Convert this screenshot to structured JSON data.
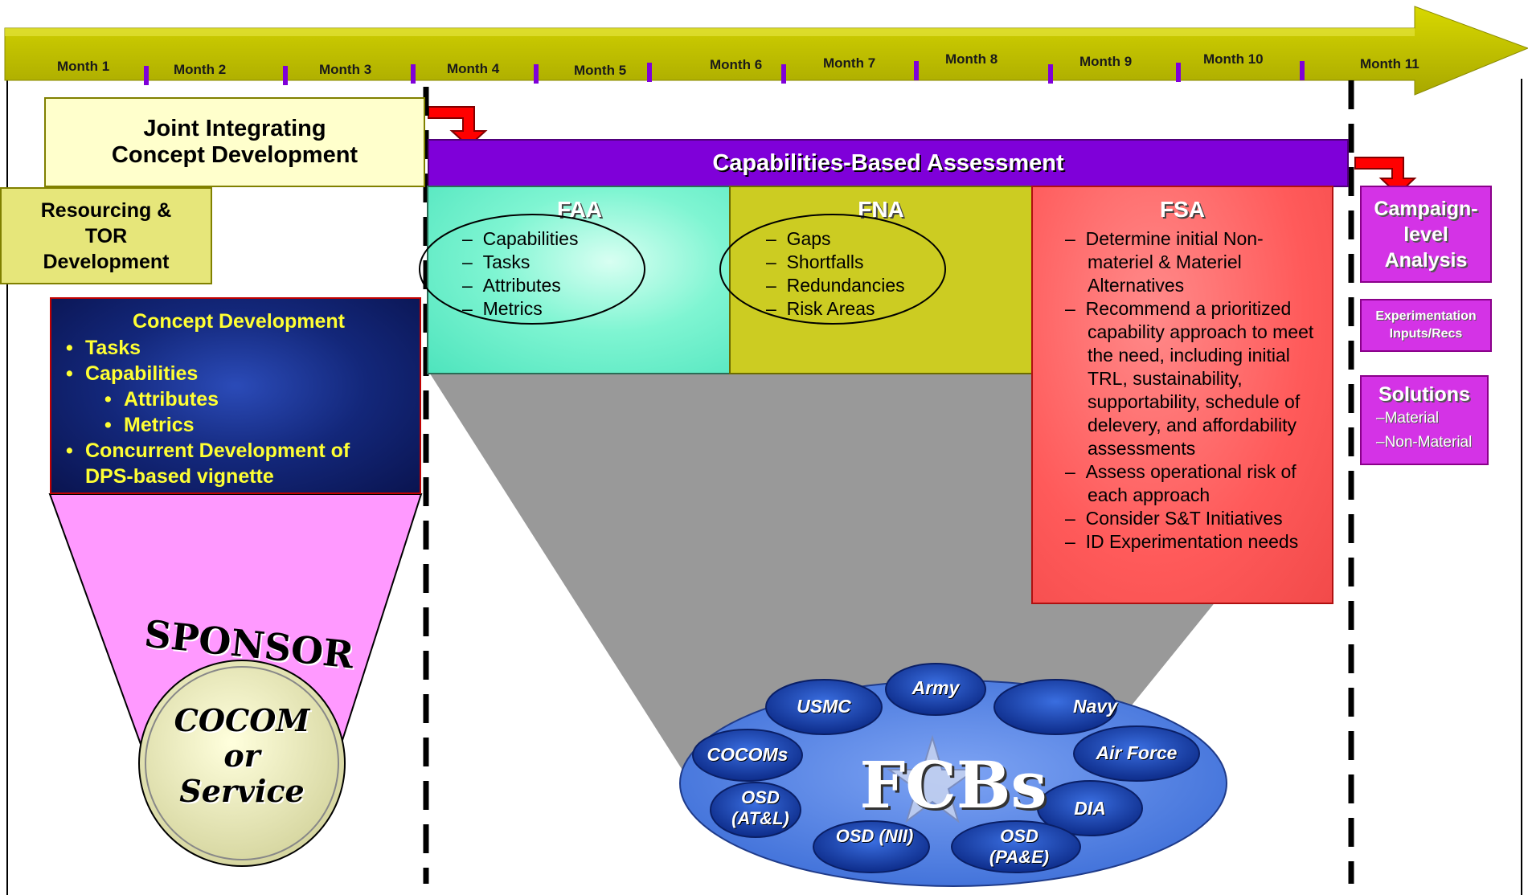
{
  "timeline": {
    "months": [
      "Month 1",
      "Month 2",
      "Month 3",
      "Month 4",
      "Month 5",
      "Month 6",
      "Month 7",
      "Month 8",
      "Month 9",
      "Month 10",
      "Month 11"
    ]
  },
  "jicd": {
    "line1": "Joint Integrating",
    "line2": "Concept Development"
  },
  "resourcing": {
    "line1": "Resourcing &",
    "line2": "TOR",
    "line3": "Development"
  },
  "concept_development": {
    "title": "Concept Development",
    "items": [
      "Tasks",
      "Capabilities",
      "Attributes",
      "Metrics",
      "Concurrent Development of",
      "DPS-based vignette"
    ]
  },
  "sponsor": {
    "label": "SPONSOR",
    "line1": "COCOM",
    "line2": "or",
    "line3": "Service"
  },
  "cba": {
    "title": "Capabilities-Based Assessment"
  },
  "faa": {
    "title": "FAA",
    "items": [
      "Capabilities",
      "Tasks",
      "Attributes",
      "Metrics"
    ]
  },
  "fna": {
    "title": "FNA",
    "items": [
      "Gaps",
      "Shortfalls",
      "Redundancies",
      "Risk Areas"
    ]
  },
  "fsa": {
    "title": "FSA",
    "items": [
      "Determine initial Non-materiel & Materiel Alternatives",
      "Recommend a prioritized capability approach to meet the need, including initial TRL, sustainability, supportability, schedule of delevery, and affordability assessments",
      "Assess operational risk of each approach",
      "Consider S&T Initiatives",
      "ID Experimentation needs"
    ]
  },
  "campaign": {
    "line1": "Campaign-",
    "line2": "level",
    "line3": "Analysis"
  },
  "experimentation": {
    "line1": "Experimentation",
    "line2": "Inputs/Recs"
  },
  "solutions": {
    "title": "Solutions",
    "item1": "–Material",
    "item2": "–Non-Material"
  },
  "fcbs": {
    "center": "FCBs",
    "members": [
      "Army",
      "USMC",
      "Navy",
      "COCOMs",
      "Air Force",
      "OSD (AT&L)",
      "DIA",
      "OSD (NII)",
      "OSD (PA&E)"
    ]
  },
  "colors": {
    "timeline_arrow": "#c4c400",
    "tick": "#7f00d9",
    "cba": "#7f00d9",
    "faa": "#66f2cc",
    "fna": "#cccc22",
    "fsa": "#ff5a5a",
    "campaign": "#d433e6",
    "sponsor_funnel": "#ff99ff",
    "fcb_ellipse": "#5b86e8",
    "red_arrow": "#ff0000"
  }
}
